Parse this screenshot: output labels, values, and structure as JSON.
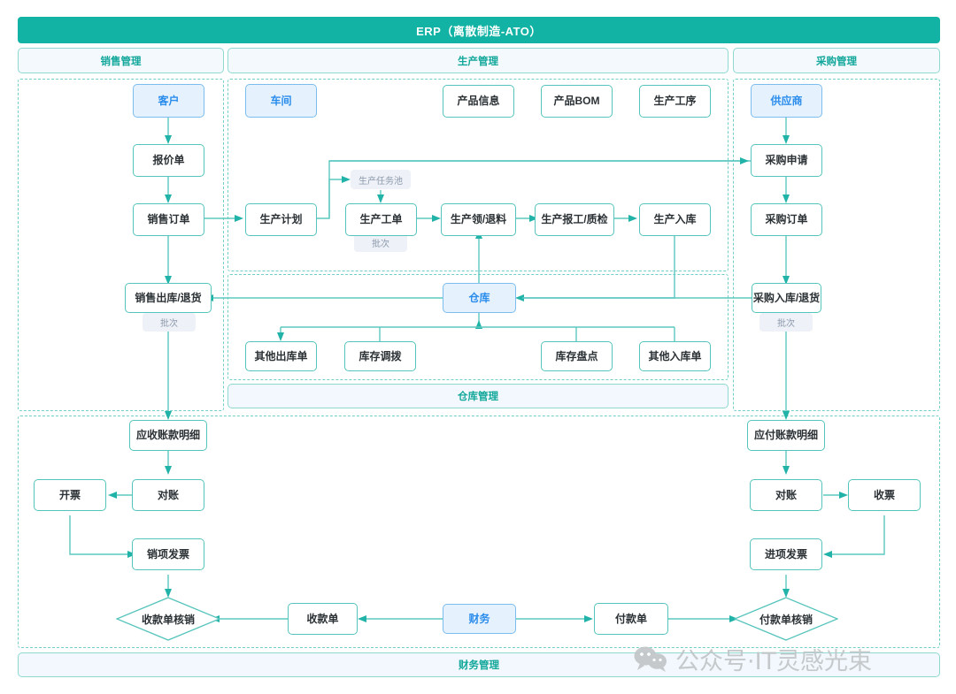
{
  "title_bar": {
    "label": "ERP（离散制造-ATO）"
  },
  "section_heads": [
    {
      "key": "sales",
      "label": "销售管理"
    },
    {
      "key": "production",
      "label": "生产管理"
    },
    {
      "key": "procurement",
      "label": "采购管理"
    }
  ],
  "footer_bands": [
    {
      "key": "warehouse",
      "label": "仓库管理"
    },
    {
      "key": "finance",
      "label": "财务管理"
    }
  ],
  "nodes": {
    "customer": {
      "label": "客户",
      "type": "actor"
    },
    "quotation": {
      "label": "报价单",
      "type": "doc"
    },
    "sales_order": {
      "label": "销售订单",
      "type": "doc"
    },
    "sales_outbound": {
      "label": "销售出库/退货",
      "type": "doc"
    },
    "workshop": {
      "label": "车间",
      "type": "actor"
    },
    "product_info": {
      "label": "产品信息",
      "type": "doc"
    },
    "product_bom": {
      "label": "产品BOM",
      "type": "doc"
    },
    "production_process": {
      "label": "生产工序",
      "type": "doc"
    },
    "production_plan": {
      "label": "生产计划",
      "type": "doc"
    },
    "production_workorder": {
      "label": "生产工单",
      "type": "doc"
    },
    "production_picking": {
      "label": "生产领/退料",
      "type": "doc"
    },
    "production_report": {
      "label": "生产报工/质检",
      "type": "doc"
    },
    "production_inbound": {
      "label": "生产入库",
      "type": "doc"
    },
    "warehouse": {
      "label": "仓库",
      "type": "actor"
    },
    "other_outbound": {
      "label": "其他出库单",
      "type": "doc"
    },
    "stock_transfer": {
      "label": "库存调拨",
      "type": "doc"
    },
    "stock_count": {
      "label": "库存盘点",
      "type": "doc"
    },
    "other_inbound": {
      "label": "其他入库单",
      "type": "doc"
    },
    "supplier": {
      "label": "供应商",
      "type": "actor"
    },
    "purchase_request": {
      "label": "采购申请",
      "type": "doc"
    },
    "purchase_order": {
      "label": "采购订单",
      "type": "doc"
    },
    "purchase_inbound": {
      "label": "采购入库/退货",
      "type": "doc"
    },
    "ar_detail": {
      "label": "应收账款明细",
      "type": "doc"
    },
    "ar_recon": {
      "label": "对账",
      "type": "doc"
    },
    "invoicing": {
      "label": "开票",
      "type": "doc"
    },
    "output_invoice": {
      "label": "销项发票",
      "type": "doc"
    },
    "receipt_writeoff": {
      "label": "收款单核销",
      "type": "diamond"
    },
    "receipt_voucher": {
      "label": "收款单",
      "type": "doc"
    },
    "finance": {
      "label": "财务",
      "type": "actor"
    },
    "payment_voucher": {
      "label": "付款单",
      "type": "doc"
    },
    "payment_writeoff": {
      "label": "付款单核销",
      "type": "diamond"
    },
    "ap_detail": {
      "label": "应付账款明细",
      "type": "doc"
    },
    "ap_recon": {
      "label": "对账",
      "type": "doc"
    },
    "invoice_receiving": {
      "label": "收票",
      "type": "doc"
    },
    "input_invoice": {
      "label": "进项发票",
      "type": "doc"
    }
  },
  "tags": {
    "task_pool": {
      "label": "生产任务池"
    },
    "batch_workorder": {
      "label": "批次"
    },
    "batch_sales": {
      "label": "批次"
    },
    "batch_purchase": {
      "label": "批次"
    }
  },
  "watermark": {
    "label": "公众号·IT灵感光束",
    "icon": "wechat-icon"
  },
  "colors": {
    "brand_teal": "#12b3a4",
    "node_border": "#55c4bb",
    "actor_fill": "#e5f2fd",
    "actor_border": "#7cbdf0",
    "actor_text": "#2a8ceb",
    "lane_dash": "#72cfc7",
    "band_fill": "#f2f8fd",
    "tag_fill": "#eef2f8",
    "tag_text": "#8d99ab",
    "connector": "#5ec8c0"
  }
}
